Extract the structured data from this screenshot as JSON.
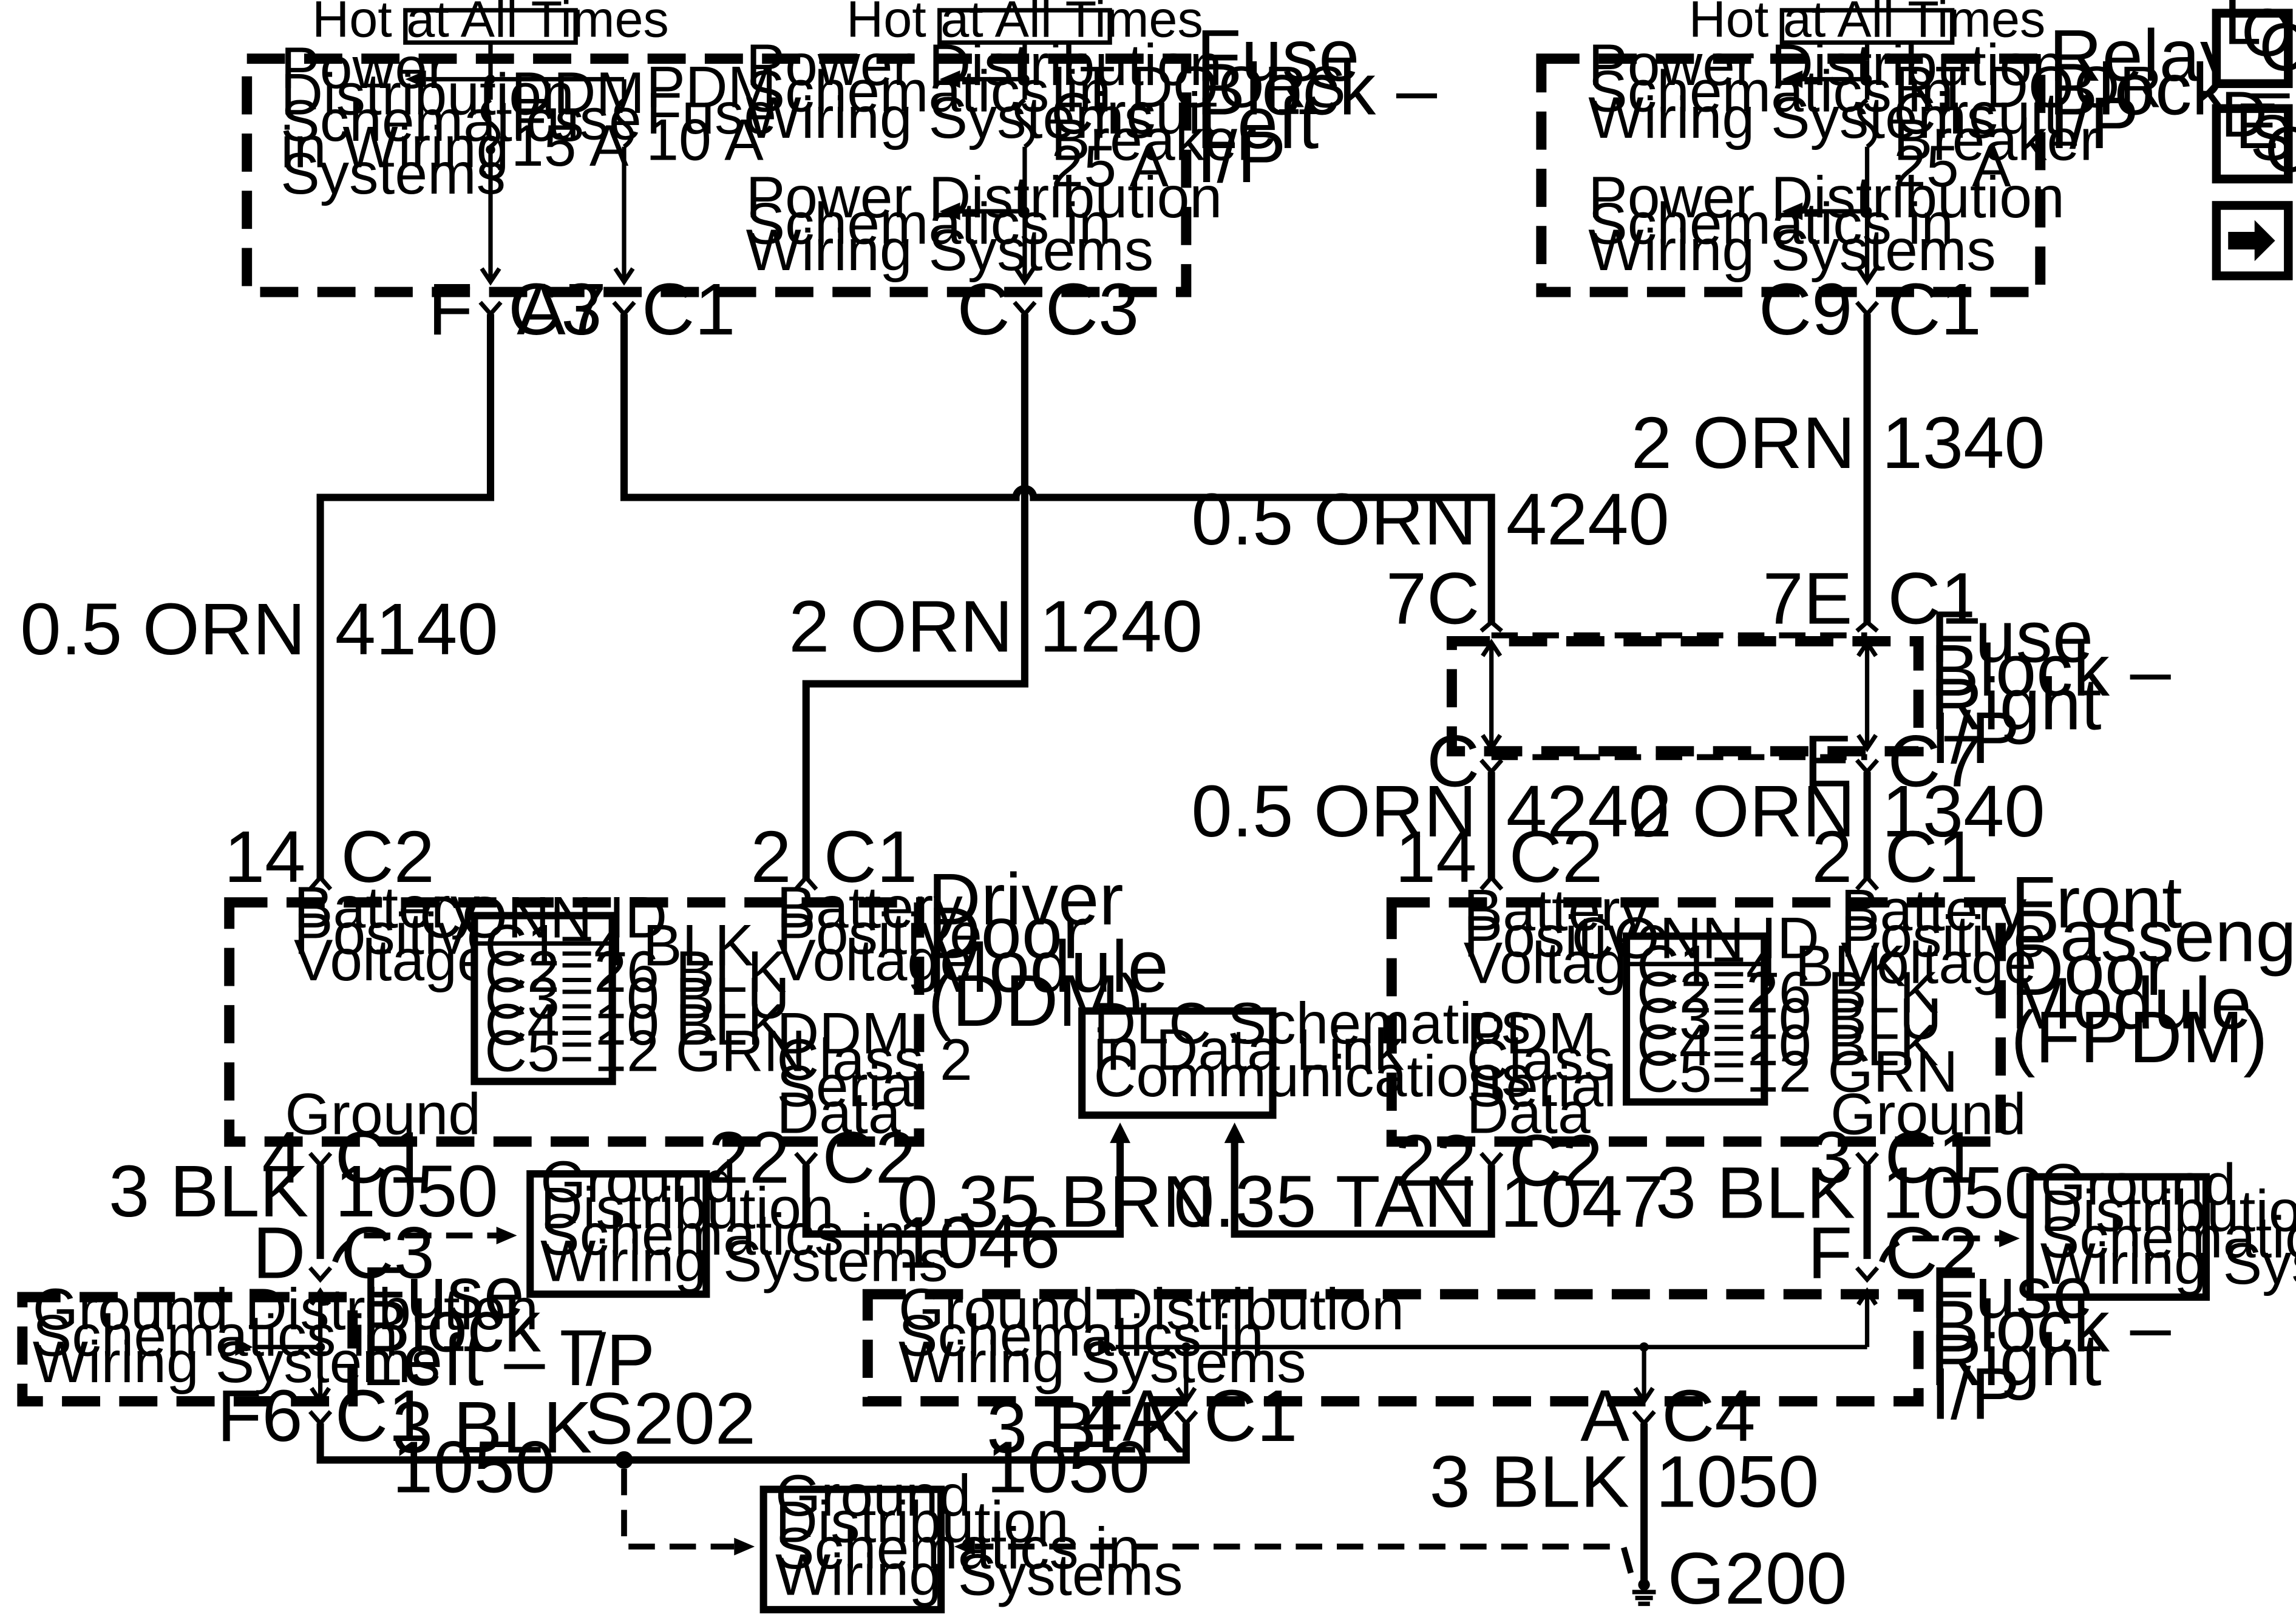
{
  "hot_tags": [
    "Hot at All Times",
    "Hot at All Times",
    "Hot at All Times"
  ],
  "components": {
    "fuse_block_left_ip": [
      "Fuse",
      "Block –",
      "Left",
      "I/P"
    ],
    "relay_block_ip": [
      "Relay",
      "Block –",
      "I/P"
    ],
    "fuse_block_right_ip": [
      "Fuse",
      "Block –",
      "Right",
      "I/P"
    ],
    "driver_door_module": [
      "Driver",
      "Door",
      "Module",
      "(DDM)"
    ],
    "front_passenger_door_module": [
      "Front",
      "Passenger",
      "Door",
      "Module",
      "(FPDM)"
    ],
    "fuse_block_left_ip_lower": [
      "Fuse",
      "Block –",
      "Left – I/P"
    ],
    "fuse_block_right_ip_lower": [
      "Fuse",
      "Block –",
      "Right",
      "I/P"
    ]
  },
  "power_dist_ref": [
    "Power Distribution",
    "Schematics in",
    "Wiring Systems"
  ],
  "power_dist_ref_left": [
    "Power",
    "Distribution",
    "Schematics",
    "in Wiring",
    "Systems"
  ],
  "fuses": {
    "ddm": [
      "DDM",
      "Fuse",
      "15 A"
    ],
    "pdm": [
      "PDM",
      "Fuse",
      "10 A"
    ],
    "lt_doors": [
      "LT DOORS",
      "Circuit",
      "Breaker",
      "25 A"
    ],
    "rt_door": [
      "RT DOOR",
      "Circuit",
      "Breaker",
      "25 A"
    ]
  },
  "connectors": {
    "f_c3": [
      "F",
      "C3"
    ],
    "a7_c1": [
      "A7",
      "C1"
    ],
    "c_c3": [
      "C",
      "C3"
    ],
    "c9_c1": [
      "C9",
      "C1"
    ],
    "7c": "7C",
    "7e_c1": [
      "7E",
      "C1"
    ],
    "c_bot": "C",
    "e_c7": [
      "E",
      "C7"
    ],
    "ddm_14_c2": [
      "14",
      "C2"
    ],
    "ddm_2_c1": [
      "2",
      "C1"
    ],
    "fpdm_14_c2": [
      "14",
      "C2"
    ],
    "fpdm_2_c1": [
      "2",
      "C1"
    ],
    "ddm_4_c1": [
      "4",
      "C1"
    ],
    "ddm_22_c2": [
      "22",
      "C2"
    ],
    "fpdm_22_c2": [
      "22",
      "C2"
    ],
    "fpdm_3_c1": [
      "3",
      "C1"
    ],
    "d_c3": [
      "D",
      "C3"
    ],
    "f_c2": [
      "F",
      "C2"
    ],
    "f6_c1": [
      "F6",
      "C1"
    ],
    "4a_c1": [
      "4A",
      "C1"
    ],
    "a_c4": [
      "A",
      "C4"
    ]
  },
  "wires": {
    "w4140": [
      "0.5 ORN",
      "4140"
    ],
    "w1240": [
      "2 ORN",
      "1240"
    ],
    "w4240a": [
      "0.5 ORN",
      "4240"
    ],
    "w1340a": [
      "2 ORN",
      "1340"
    ],
    "w4240b": [
      "0.5 ORN",
      "4240"
    ],
    "w1340b": [
      "2 ORN",
      "1340"
    ],
    "w1050_ddm": [
      "3 BLK",
      "1050"
    ],
    "w1050_fpdm": [
      "3 BLK",
      "1050"
    ],
    "w1046": [
      "0.35 BRN",
      "1046"
    ],
    "w1047": [
      "0.35 TAN",
      "1047"
    ],
    "w1050_f6": [
      "3 BLK",
      "1050"
    ],
    "w1050_4a": [
      "3 BLK",
      "1050"
    ],
    "w1050_g200": [
      "3 BLK",
      "1050"
    ]
  },
  "module_pins": {
    "battery_positive_voltage": [
      "Battery",
      "Positive",
      "Voltage"
    ],
    "ground": "Ground",
    "ddm_class2": [
      "DDM",
      "Class 2",
      "Serial",
      "Data"
    ],
    "pdm_class2": [
      "PDM",
      "Class 2",
      "Serial",
      "Data"
    ]
  },
  "conn_id": {
    "title": "CONN ID",
    "rows": [
      "C1=4 BLK",
      "C2=26 BLK",
      "C3=10 BLU",
      "C4=10 BLK",
      "C5=12 GRN"
    ]
  },
  "dlc_ref": [
    "DLC Schematics",
    "in Data Link",
    "Communications"
  ],
  "ground_dist_ref": [
    "Ground",
    "Distribution",
    "Schematics in",
    "Wiring Systems"
  ],
  "ground_dist_ref_wide": [
    "Ground Distribution",
    "Schematics in",
    "Wiring Systems"
  ],
  "splice": "S202",
  "ground": "G200",
  "nav": {
    "loc": [
      "L",
      "O",
      "C"
    ],
    "desc": [
      "D",
      "E",
      "S",
      "C"
    ],
    "next_icon": "arrow-right-icon"
  }
}
